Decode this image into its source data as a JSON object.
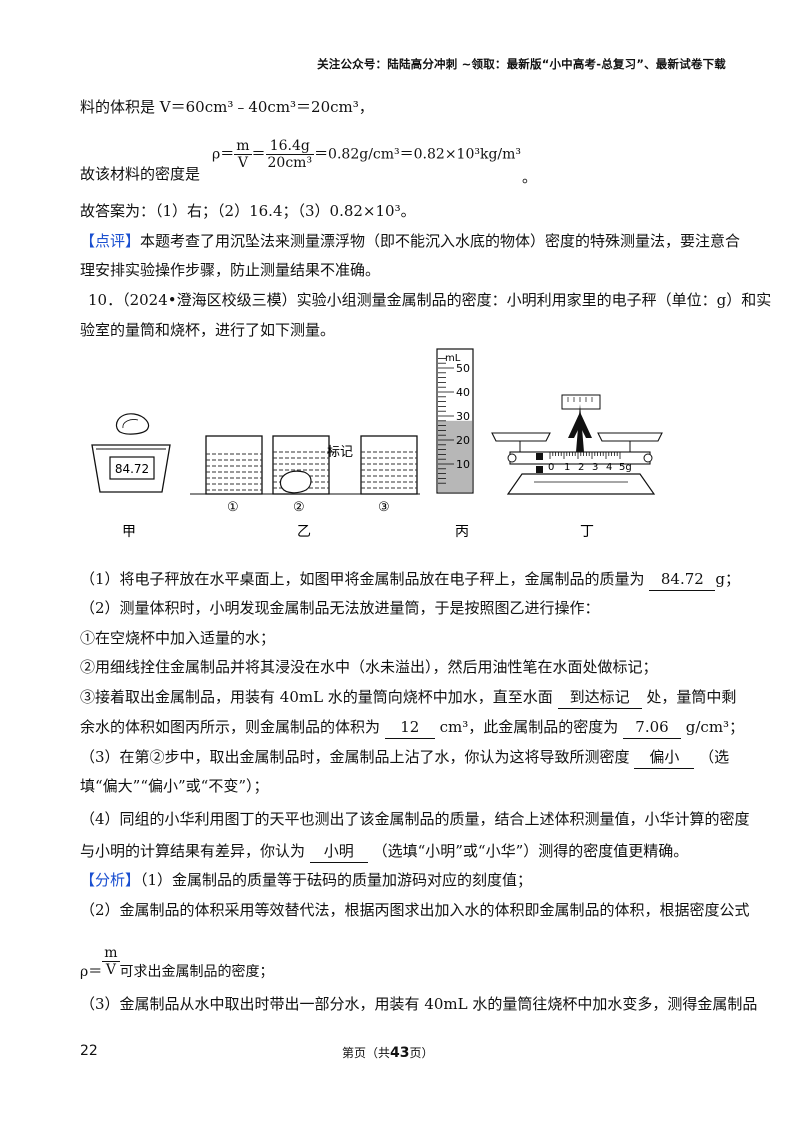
{
  "header": {
    "text": "关注公众号：陆陆高分冲刺 ~领取：最新版“小中高考-总复习”、最新试卷下载"
  },
  "prev": {
    "line1": "料的体积是 V＝60cm³﹣40cm³＝20cm³，",
    "line2_prefix": "故该材料的密度是",
    "formula_lhs": "ρ＝",
    "frac1_num": "m",
    "frac1_den": "V",
    "eq": "＝",
    "frac2_num": "16.4g",
    "frac2_den": "20cm³",
    "formula_rest": "＝0.82g/cm³＝0.82×10³kg/m³",
    "period": "。",
    "answer": "故答案为：（1）右；（2）16.4；（3）0.82×10³。",
    "review_tag": "【点评】",
    "review_l1": "本题考查了用沉坠法来测量漂浮物（即不能沉入水底的物体）密度的特殊测量法，要注意合",
    "review_l2": "理安排实验操作步骤，防止测量结果不准确。"
  },
  "q10": {
    "stem_l1": "10．（2024•澄海区校级三模）实验小组测量金属制品的密度：小明利用家里的电子秤（单位：g）和实",
    "stem_l2": "验室的量筒和烧杯，进行了如下测量。",
    "figure": {
      "scale_reading": "84.72",
      "beaker_labels": [
        "①",
        "②",
        "③"
      ],
      "mark_label": "标记",
      "cylinder_unit": "mL",
      "cylinder_ticks": [
        "50",
        "40",
        "30",
        "20",
        "10"
      ],
      "cylinder_level_ml": 28,
      "ruler_ticks": [
        "0",
        "1",
        "2",
        "3",
        "4",
        "5g"
      ],
      "captions": [
        "甲",
        "乙",
        "丙",
        "丁"
      ]
    },
    "p1_a": "（1）将电子秤放在水平桌面上，如图甲将金属制品放在电子秤上，金属制品的质量为",
    "p1_ans": "84.72",
    "p1_b": "g；",
    "p2": "（2）测量体积时，小明发现金属制品无法放进量筒，于是按照图乙进行操作：",
    "s1": "①在空烧杯中加入适量的水；",
    "s2": "②用细线拴住金属制品并将其浸没在水中（水未溢出），然后用油性笔在水面处做标记；",
    "s3_a": "③接着取出金属制品，用装有 40mL 水的量筒向烧杯中加水，直至水面",
    "s3_ans": "到达标记",
    "s3_b": "处，量筒中剩",
    "s4_a": "余水的体积如图丙所示，则金属制品的体积为",
    "s4_ans1": "12",
    "s4_b": "cm³，此金属制品的密度为",
    "s4_ans2": "7.06",
    "s4_c": "g/cm³；",
    "p3_a": "（3）在第②步中，取出金属制品时，金属制品上沾了水，你认为这将导致所测密度",
    "p3_ans": "偏小",
    "p3_b": "（选",
    "p3_l2": "填“偏大”“偏小”或“不变”）；",
    "p4_l1": "（4）同组的小华利用图丁的天平也测出了该金属制品的质量，结合上述体积测量值，小华计算的密度",
    "p4_a": "与小明的计算结果有差异，你认为",
    "p4_ans": "小明",
    "p4_b": "（选填“小明”或“小华”）测得的密度值更精确。",
    "analysis_tag": "【分析】",
    "a1": "（1）金属制品的质量等于砝码的质量加游码对应的刻度值；",
    "a2": "（2）金属制品的体积采用等效替代法，根据丙图求出加入水的体积即金属制品的体积，根据密度公式",
    "a2_formula_lhs": "ρ＝",
    "a2_num": "m",
    "a2_den": "V",
    "a2_rest": "可求出金属制品的密度；",
    "a3": "（3）金属制品从水中取出时带出一部分水，用装有 40mL 水的量筒往烧杯中加水变多，测得金属制品"
  },
  "footer": {
    "page_num": "22",
    "center_pre": "第页（共",
    "center_total": "43",
    "center_post": "页）"
  }
}
